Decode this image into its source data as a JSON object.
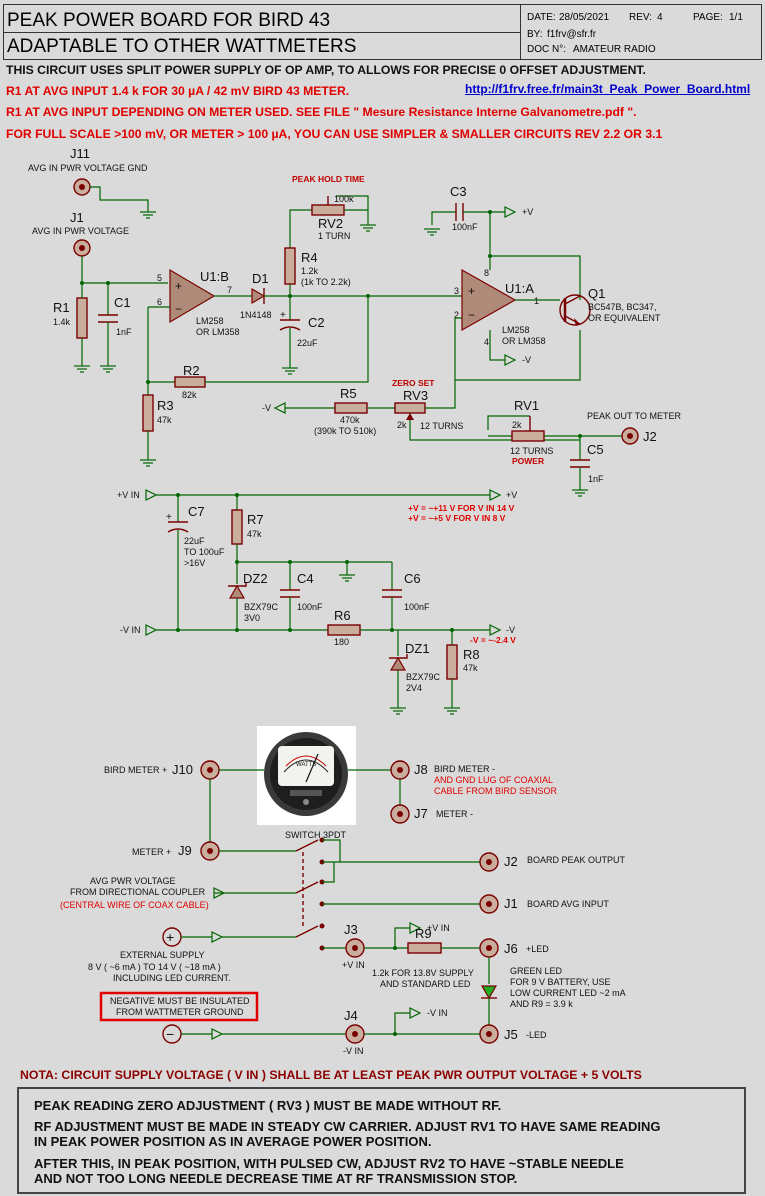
{
  "header": {
    "title_line1": "PEAK POWER BOARD FOR BIRD 43",
    "title_line2": "ADAPTABLE TO OTHER WATTMETERS",
    "date_label": "DATE:",
    "date": "28/05/2021",
    "rev_label": "REV:",
    "rev": "4",
    "page_label": "PAGE:",
    "page": "1/1",
    "by_label": "BY:",
    "by": "f1frv@sfr.fr",
    "doc_label": "DOC N°:",
    "doc": "AMATEUR RADIO"
  },
  "notes": {
    "line1": "THIS CIRCUIT USES SPLIT POWER SUPPLY OF OP AMP, TO ALLOWS FOR  PRECISE 0 OFFSET ADJUSTMENT.",
    "line2": "R1 AT AVG INPUT 1.4 k FOR 30 µA / 42 mV BIRD 43 METER.",
    "link": "http://f1frv.free.fr/main3t_Peak_Power_Board.html",
    "line3": "R1 AT AVG INPUT DEPENDING ON METER USED. SEE FILE \" Mesure Resistance Interne Galvanometre.pdf \".",
    "line4": "FOR FULL SCALE >100 mV, OR METER > 100 µA, YOU CAN USE SIMPLER & SMALLER CIRCUITS REV 2.2 OR 3.1",
    "colors": {
      "black": "#111111",
      "red": "#e00000",
      "link": "#0000cc"
    }
  },
  "schematic": {
    "j11": "J11",
    "j11_desc": "AVG IN PWR VOLTAGE GND",
    "j1": "J1",
    "j1_desc": "AVG IN PWR VOLTAGE",
    "r1": "R1",
    "r1_val": "1.4k",
    "c1": "C1",
    "c1_val": "1nF",
    "u1b": "U1:B",
    "u1b_part1": "LM258",
    "u1b_part2": "OR LM358",
    "pin5": "5",
    "pin6": "6",
    "pin7": "7",
    "d1": "D1",
    "d1_val": "1N4148",
    "peak_hold": "PEAK HOLD TIME",
    "rv2": "RV2",
    "rv2_val": "100k",
    "rv2_turn": "1 TURN",
    "r4": "R4",
    "r4_val": "1.2k",
    "r4_range": "(1k TO 2.2k)",
    "c2": "C2",
    "c2_val": "22uF",
    "c3": "C3",
    "c3_val": "100nF",
    "plus_v": "+V",
    "minus_v": "-V",
    "u1a": "U1:A",
    "u1a_part1": "LM258",
    "u1a_part2": "OR LM358",
    "pin1": "1",
    "pin2": "2",
    "pin3": "3",
    "pin4": "4",
    "pin8": "8",
    "q1": "Q1",
    "q1_part1": "BC547B, BC347,",
    "q1_part2": "OR EQUIVALENT",
    "r2": "R2",
    "r2_val": "82k",
    "r3": "R3",
    "r3_val": "47k",
    "zero_set": "ZERO SET",
    "r5": "R5",
    "r5_val": "470k",
    "r5_range": "(390k TO 510k)",
    "rv3": "RV3",
    "rv3_val": "2k",
    "rv3_turns": "12 TURNS",
    "rv1": "RV1",
    "rv1_val": "2k",
    "rv1_turns": "12 TURNS",
    "rv1_power": "POWER",
    "peak_out": "PEAK OUT TO METER",
    "j2": "J2",
    "c5": "C5",
    "c5_val": "1nF",
    "vin_plus": "+V IN",
    "vin_minus": "-V IN",
    "c7": "C7",
    "c7_val1": "22uF",
    "c7_val2": "TO 100uF",
    "c7_val3": ">16V",
    "r7": "R7",
    "r7_val": "47k",
    "dz2": "DZ2",
    "dz2_part": "BZX79C",
    "dz2_val": "3V0",
    "c4": "C4",
    "c4_val": "100nF",
    "c6": "C6",
    "c6_val": "100nF",
    "r6": "R6",
    "r6_val": "180",
    "dz1": "DZ1",
    "dz1_part": "BZX79C",
    "dz1_val": "2V4",
    "r8": "R8",
    "r8_val": "47k",
    "vplus_note1": "+V = ~+11 V FOR V IN 14 V",
    "vplus_note2": "+V = ~+5 V FOR V IN 8 V",
    "vminus_note": "-V = ~-2.4 V"
  },
  "wiring": {
    "bird_meter_plus": "BIRD METER +",
    "j10": "J10",
    "j8": "J8",
    "bird_meter_minus": "BIRD METER -",
    "gnd_lug1": "AND GND LUG OF COAXIAL",
    "gnd_lug2": "CABLE FROM BIRD SENSOR",
    "j7": "J7",
    "meter_minus": "METER -",
    "switch": "SWITCH 3PDT",
    "meter_plus": "METER +",
    "j9": "J9",
    "board_peak": "BOARD PEAK OUTPUT",
    "avg_pwr1": "AVG PWR VOLTAGE",
    "avg_pwr2": "FROM DIRECTIONAL COUPLER",
    "central_wire": "(CENTRAL WIRE OF COAX CABLE)",
    "board_avg": "BOARD AVG INPUT",
    "ext1": "EXTERNAL SUPPLY",
    "ext2": "8 V ( ~6 mA ) TO 14 V ( ~18 mA )",
    "ext3": "INCLUDING LED CURRENT.",
    "j3": "J3",
    "vin_plus": "+V IN",
    "r9": "R9",
    "r9_1": "1.2k FOR 13.8V SUPPLY",
    "r9_2": "AND STANDARD LED",
    "j6": "J6",
    "led_plus": "+LED",
    "green1": "GREEN LED",
    "green2": "FOR 9 V BATTERY, USE",
    "green3": "LOW CURRENT LED ~2 mA",
    "green4": "AND R9 = 3.9 k",
    "neg1": "NEGATIVE MUST BE INSULATED",
    "neg2": "FROM WATTMETER GROUND",
    "j4": "J4",
    "vin_minus": "-V IN",
    "j5": "J5",
    "led_minus": "-LED",
    "meter_brand": "WATTS"
  },
  "footer": {
    "nota": "NOTA: CIRCUIT SUPPLY VOLTAGE ( V IN ) SHALL BE AT LEAST PEAK PWR OUTPUT VOLTAGE + 5 VOLTS",
    "b1": "PEAK READING ZERO ADJUSTMENT ( RV3 ) MUST BE MADE  WITHOUT RF.",
    "b2": "RF ADJUSTMENT MUST BE MADE IN STEADY CW CARRIER. ADJUST RV1 TO HAVE SAME READING",
    "b3": "IN PEAK POWER POSITION AS IN AVERAGE POWER POSITION.",
    "b4": "AFTER THIS, IN PEAK POSITION, WITH PULSED CW, ADJUST RV2 TO HAVE ~STABLE NEEDLE",
    "b5": "AND NOT TOO LONG NEEDLE DECREASE TIME AT RF TRANSMISSION STOP."
  }
}
